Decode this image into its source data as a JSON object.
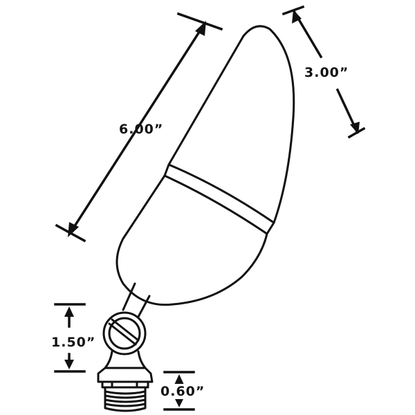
{
  "dimensions": {
    "overall_length": "6.00”",
    "head_diameter": "3.00”",
    "knuckle_height": "1.50”",
    "thread_height": "0.60”"
  },
  "colors": {
    "line": "#111111",
    "background": "#ffffff"
  }
}
